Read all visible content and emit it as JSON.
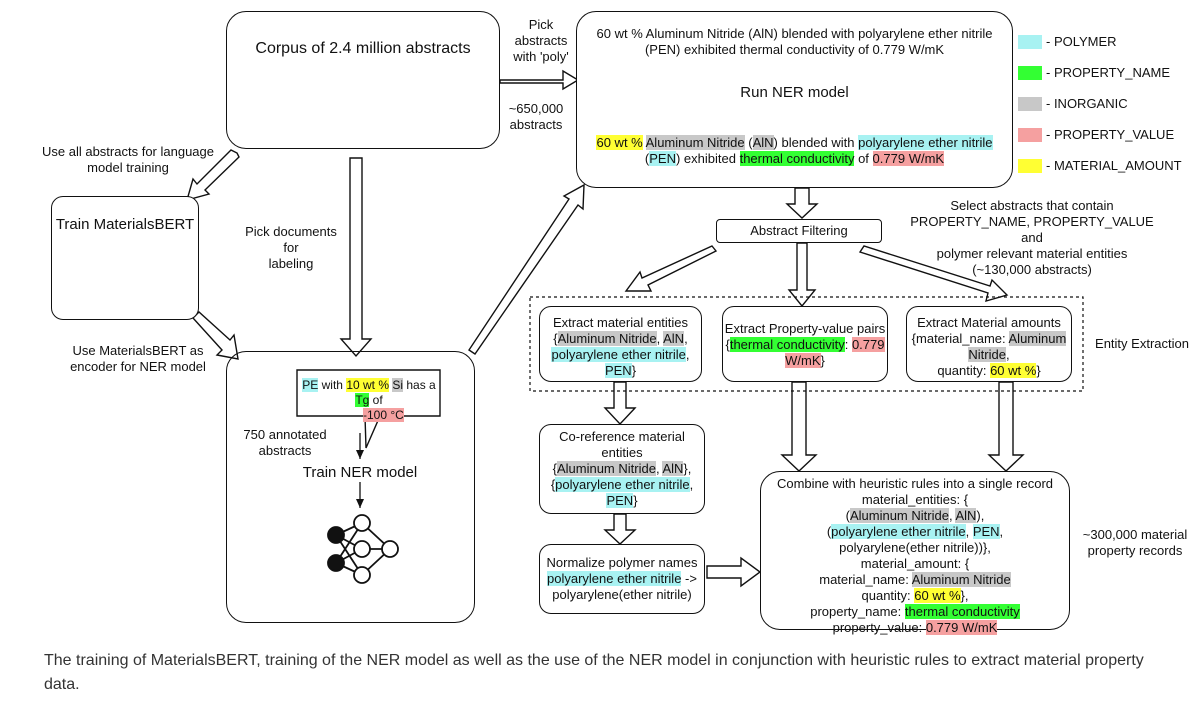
{
  "legend": [
    {
      "label": "- POLYMER",
      "color": "#a8f2f2"
    },
    {
      "label": "- PROPERTY_NAME",
      "color": "#33ff33"
    },
    {
      "label": "- INORGANIC",
      "color": "#c8c8c8"
    },
    {
      "label": "- PROPERTY_VALUE",
      "color": "#f5a0a0"
    },
    {
      "label": "- MATERIAL_AMOUNT",
      "color": "#ffff33"
    }
  ],
  "corpus": {
    "title": "Corpus of 2.4 million abstracts",
    "computer_icon": "computer-icon",
    "database_icon": "database-icon"
  },
  "pick_poly": {
    "l1": "Pick",
    "l2": "abstracts",
    "l3": "with 'poly'",
    "count1": "~650,000",
    "count2": "abstracts"
  },
  "ner_box": {
    "raw1": "60 wt % Aluminum Nitride (AlN) blended with polyarylene ether nitrile",
    "raw2": "(PEN) exhibited thermal conductivity of 0.779 W/mK",
    "run": "Run NER model",
    "a1": "60 wt %",
    "a2": "Aluminum Nitride",
    "a3": "(",
    "a4": "AlN",
    "a5": ") blended with ",
    "a6": "polyarylene ether nitrile",
    "b1": "(",
    "b2": "PEN",
    "b3": ") exhibited ",
    "b4": "thermal conductivity",
    "b5": " of ",
    "b6": "0.779 W/mK"
  },
  "left": {
    "use_all1": "Use all abstracts for language",
    "use_all2": "model training",
    "train_bert": "Train MaterialsBERT",
    "pick_docs1": "Pick documents for",
    "pick_docs2": "labeling",
    "use_bert1": "Use MaterialsBERT as",
    "use_bert2": "encoder for NER model"
  },
  "ner_train": {
    "s1": "PE",
    "s2": " with ",
    "s3": "10 wt %",
    "s4": " ",
    "s5": "Si",
    "s6": " has a ",
    "s7": "Tg",
    "s8": " of",
    "s9": "-100 °C",
    "annot1": "750 annotated",
    "annot2": "abstracts",
    "train_ner": "Train NER model"
  },
  "filtering": {
    "label": "Abstract Filtering",
    "note1": "Select abstracts that contain",
    "note2": "PROPERTY_NAME, PROPERTY_VALUE and",
    "note3": "polymer relevant material entities",
    "note4": "(~130,000 abstracts)"
  },
  "extract_mat": {
    "title": "Extract material entities",
    "o": "{",
    "e1": "Aluminum Nitride",
    "sep": ", ",
    "e2": "AlN",
    "c": ",",
    "e3": "polyarylene ether nitrile",
    "c2": ",",
    "e4": "PEN",
    "cl": "}"
  },
  "extract_prop": {
    "title": "Extract Property-value pairs",
    "o": "{",
    "n": "thermal conductivity",
    "col": ": ",
    "v1": "0.779",
    "v2": "W/mK",
    "cl": "}"
  },
  "extract_amt": {
    "title": "Extract Material amounts",
    "l1": "{material_name: ",
    "n1": "Aluminum",
    "n2": "Nitride",
    "c": ",",
    "q": "quantity: ",
    "v": "60 wt %",
    "cl": "}"
  },
  "entity_extraction": "Entity Extraction",
  "coref": {
    "t1": "Co-reference material",
    "t2": "entities",
    "o": "{",
    "e1": "Aluminum Nitride",
    "sep": ", ",
    "e2": "AlN",
    "c": "},",
    "o2": "{",
    "e3": "polyarylene ether nitrile",
    "c2": ",",
    "e4": "PEN",
    "cl": "}"
  },
  "normalize": {
    "t1": "Normalize polymer names",
    "e": "polyarylene ether nitrile",
    "arr": " ->",
    "out": "polyarylene(ether nitrile)"
  },
  "combine": {
    "t": "Combine with heuristic rules into a single record",
    "l1": "material_entities: {",
    "l2o": "(",
    "l2a": "Aluminum Nitride",
    "l2s": ", ",
    "l2b": "AlN",
    "l2c": "),",
    "l3o": "(",
    "l3a": "polyarylene ether nitrile",
    "l3s": ", ",
    "l3b": "PEN",
    "l3c": ",",
    "l4": "polyarylene(ether nitrile))},",
    "l5": "material_amount: {",
    "l6": "material_name: ",
    "l6a": "Aluminum Nitride",
    "l7": "quantity: ",
    "l7a": "60 wt %",
    "l7c": "},",
    "l8": "property_name: ",
    "l8a": "thermal conductivity",
    "l9": "property_value: ",
    "l9a": "0.779 W/mK"
  },
  "records": {
    "l1": "~300,000 material",
    "l2": "property records"
  },
  "caption": "The training of MaterialsBERT, training of the NER model as well as the use of the NER model in conjunction with heuristic rules to extract material property data."
}
